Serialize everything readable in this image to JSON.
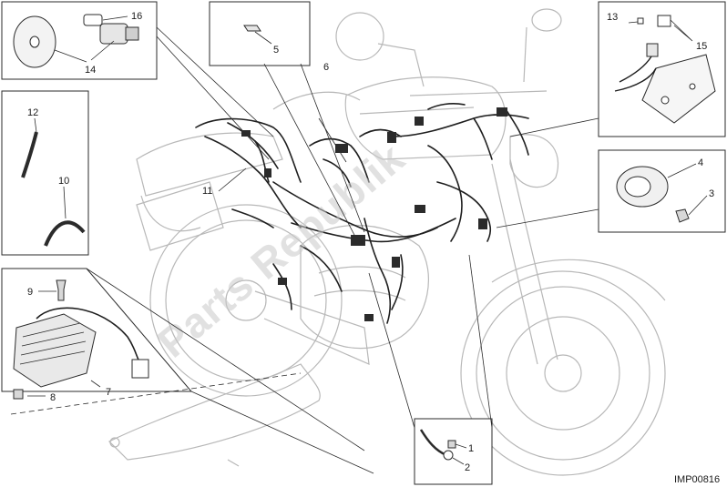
{
  "diagram": {
    "drawing_code": "IMP00816",
    "watermark": "Parts Republik",
    "part_numbers": [
      "1",
      "2",
      "3",
      "4",
      "5",
      "6",
      "7",
      "8",
      "9",
      "10",
      "11",
      "12",
      "13",
      "14",
      "15",
      "16"
    ]
  },
  "colors": {
    "line": "#2b2b2b",
    "faint": "#b8b8b8",
    "wire": "#1f1f1f",
    "watermark": "#c9c9c9"
  }
}
